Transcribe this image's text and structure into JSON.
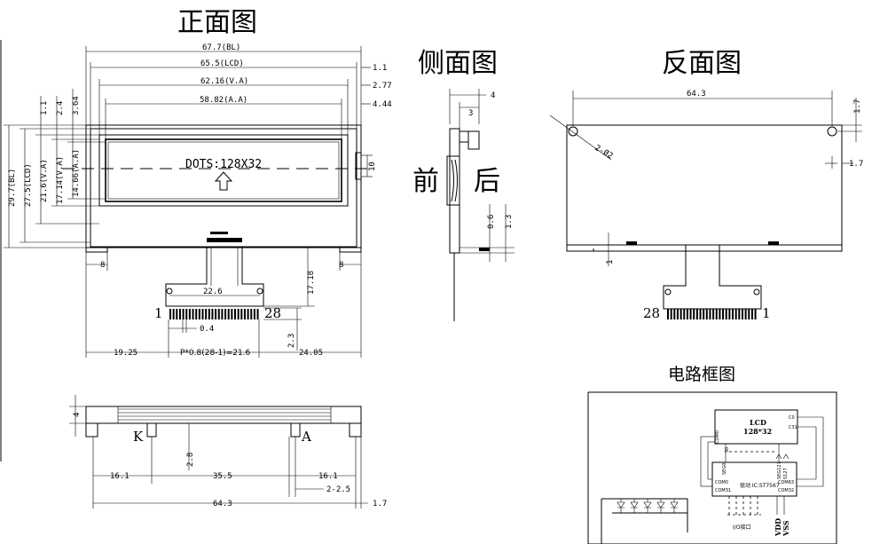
{
  "titles": {
    "front": "正面图",
    "side": "侧面图",
    "back": "反面图",
    "block": "电路框图",
    "front_side": "前",
    "back_side": "后"
  },
  "front_view": {
    "dim_bl_width": "67.7(BL)",
    "dim_lcd_width": "65.5(LCD)",
    "dim_va_width": "62.16(V.A)",
    "dim_aa_width": "58.82(A.A)",
    "dim_right_1": "1.1",
    "dim_right_2": "2.77",
    "dim_right_3": "4.44",
    "dim_top_1": "1.1",
    "dim_top_2": "2.4",
    "dim_top_3": "3.64",
    "dim_bl_height": "29.7(BL)",
    "dim_lcd_height": "27.5(LCD)",
    "dim_va_height": "21.6(V.A)",
    "dim_va2_height": "17.14(V.A)",
    "dim_aa_height": "14.66(A.A)",
    "dots_label": "DOTS:128X32",
    "dim_connector_right": "10",
    "dim_foot_left": "8",
    "dim_foot_right": "8",
    "dim_fpc_length": "17.18",
    "dim_fpc_pad_width": "22.6",
    "pin_first": "1",
    "pin_last": "28",
    "dim_pin_width": "0.4",
    "dim_pin_height": "2.3",
    "dim_left_offset": "19.25",
    "dim_pitch": "P*0.8(28-1)=21.6",
    "dim_right_offset": "24.05"
  },
  "side_view": {
    "dim_total": "4",
    "dim_body": "3",
    "dim_fpc_thick": "0.6",
    "dim_fpc_total": "1.3"
  },
  "back_view": {
    "dim_hole_span": "64.3",
    "dim_hole_top": "1.7",
    "dim_hole_size": "2-Ø2",
    "dim_hole_side": "1.7",
    "dim_bottom_gap": "1",
    "pin_first": "28",
    "pin_last": "1"
  },
  "bottom_view": {
    "dim_left": "16.1",
    "dim_mid": "35.5",
    "dim_right": "16.1",
    "dim_pin_pitch": "2-2.5",
    "dim_total": "64.3",
    "dim_edge": "1.7",
    "dim_height": "2.8",
    "dim_top": "4",
    "label_k": "K",
    "label_a": "A"
  },
  "block_diagram": {
    "lcd_title": "LCD",
    "lcd_res": "128*32",
    "driver": "驱动 IC:ST7567",
    "io": "I/O接口",
    "vdd": "VDD",
    "vss": "VSS",
    "com0": "COM0",
    "com31": "COM31",
    "seg0": "SEG0",
    "seg127": "SEG127",
    "com63": "COM63",
    "com32": "COM32",
    "c0": "C0",
    "c31": "C31",
    "s0": "S0",
    "s127": "S127",
    "com_left": "COM0",
    "com_left2": "COM31"
  }
}
